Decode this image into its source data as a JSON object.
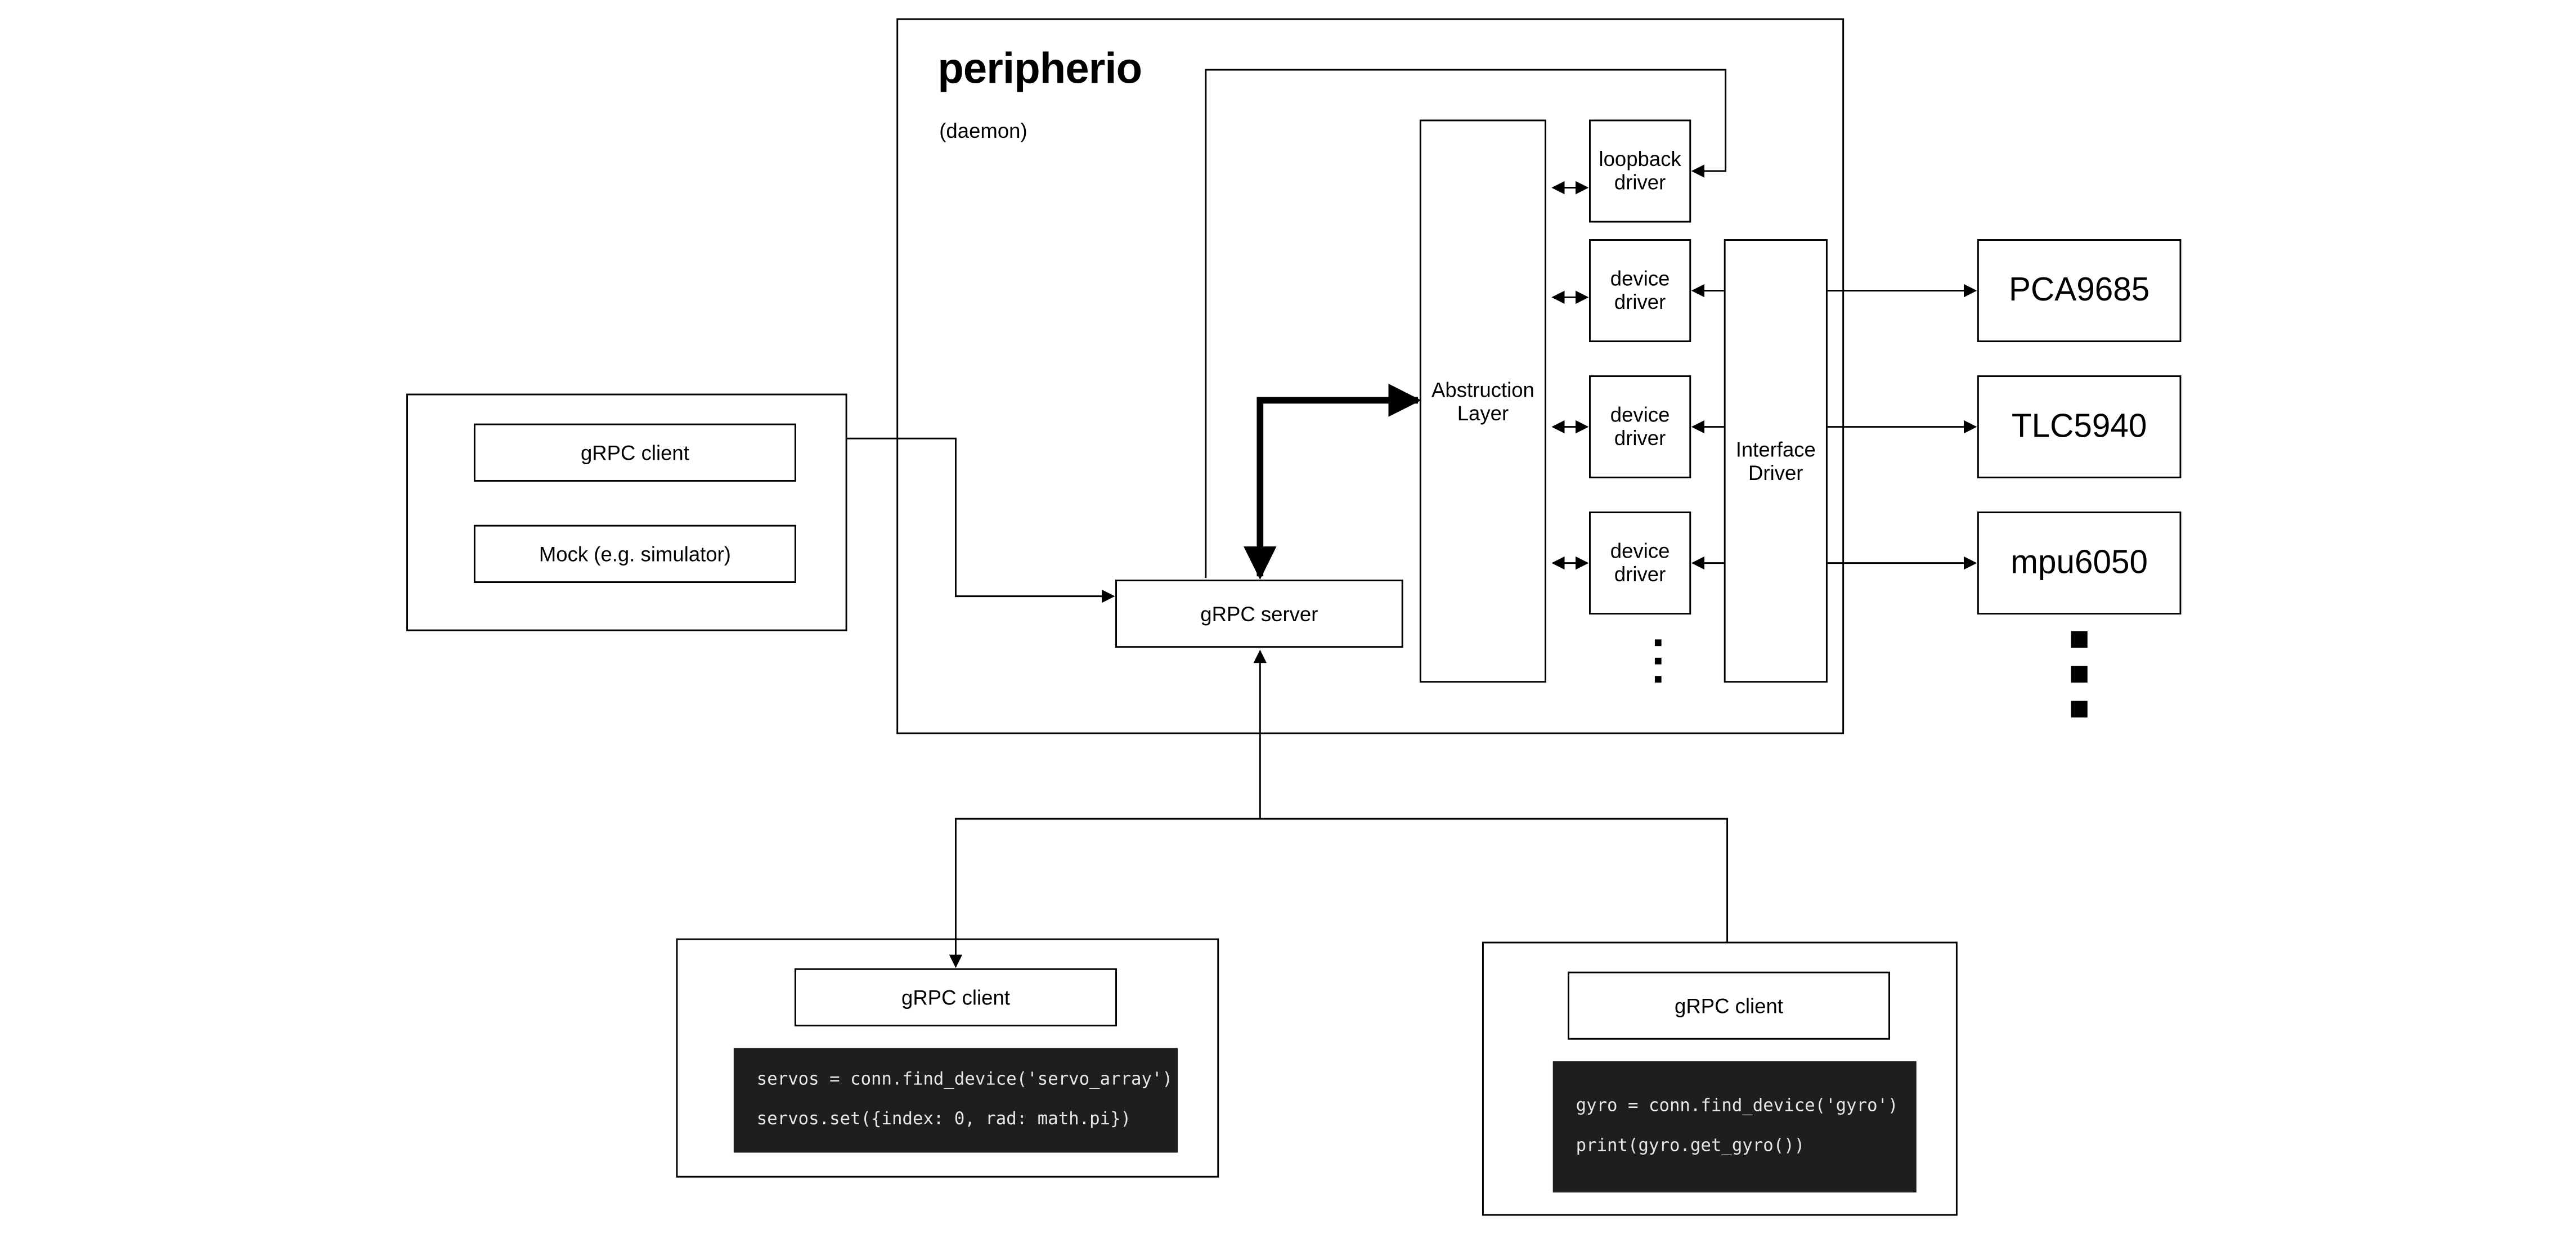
{
  "daemon": {
    "title": "peripherio",
    "subtitle": "(daemon)",
    "grpc_server": "gRPC server",
    "abstraction_layer": "Abstruction\nLayer",
    "loopback_driver": "loopback\ndriver",
    "device_drivers": [
      "device\ndriver",
      "device\ndriver",
      "device\ndriver"
    ],
    "interface_driver": "Interface\nDriver"
  },
  "left_client": {
    "grpc_client": "gRPC client",
    "mock": "Mock (e.g. simulator)"
  },
  "devices": [
    "PCA9685",
    "TLC5940",
    "mpu6050"
  ],
  "bottom_left_client": {
    "grpc_client": "gRPC client",
    "code": [
      "servos = conn.find_device('servo_array')",
      "servos.set({index: 0, rad: math.pi})"
    ]
  },
  "bottom_right_client": {
    "grpc_client": "gRPC client",
    "code": [
      "gyro = conn.find_device('gyro')",
      "print(gyro.get_gyro())"
    ]
  },
  "colors": {
    "code_background": "#1e1e1e",
    "line": "#000000"
  }
}
